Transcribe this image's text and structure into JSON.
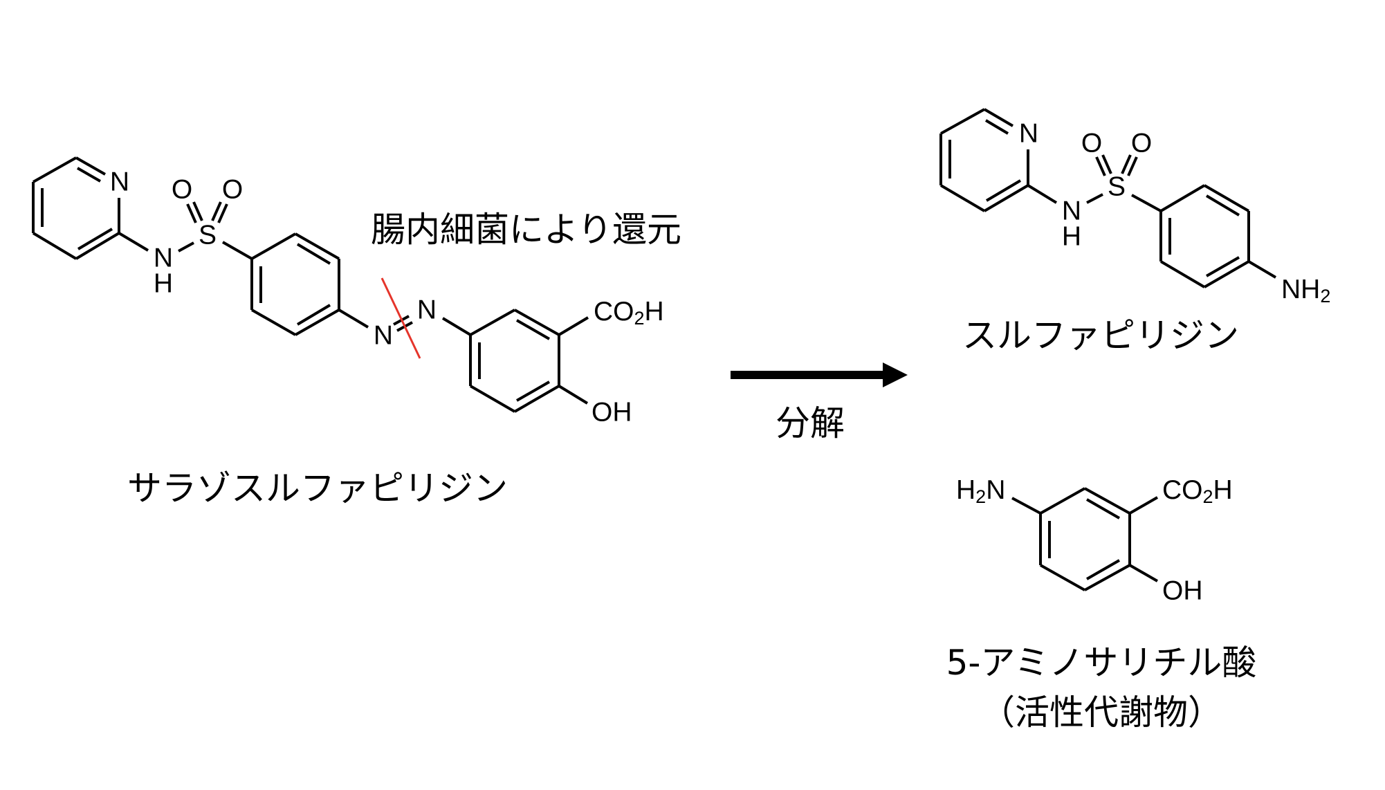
{
  "colors": {
    "ink": "#000000",
    "cleavage_mark": "#e5352b",
    "background": "#ffffff"
  },
  "reactant": {
    "name": "サラゾスルファピリジン",
    "annotation": "腸内細菌により還元",
    "atoms": {
      "pyridine_n": "N",
      "amide_n": "N",
      "amide_h": "H",
      "sulfur": "S",
      "oxygen_1": "O",
      "oxygen_2": "O",
      "azo_n1": "N",
      "azo_n2": "N",
      "carboxyl": {
        "main": "CO",
        "sub": "2",
        "tail": "H"
      },
      "hydroxyl": "OH"
    }
  },
  "reaction": {
    "label": "分解",
    "arrow_icon": "arrow-right-icon"
  },
  "product_1": {
    "name": "スルファピリジン",
    "atoms": {
      "pyridine_n": "N",
      "amide_n": "N",
      "amide_h": "H",
      "sulfur": "S",
      "oxygen_1": "O",
      "oxygen_2": "O",
      "amine": {
        "main": "NH",
        "sub": "2"
      }
    }
  },
  "product_2": {
    "name": "5-アミノサリチル酸",
    "note": "（活性代謝物）",
    "atoms": {
      "amine": {
        "main": "H",
        "sub": "2",
        "tail": "N"
      },
      "carboxyl": {
        "main": "CO",
        "sub": "2",
        "tail": "H"
      },
      "hydroxyl": "OH"
    }
  }
}
